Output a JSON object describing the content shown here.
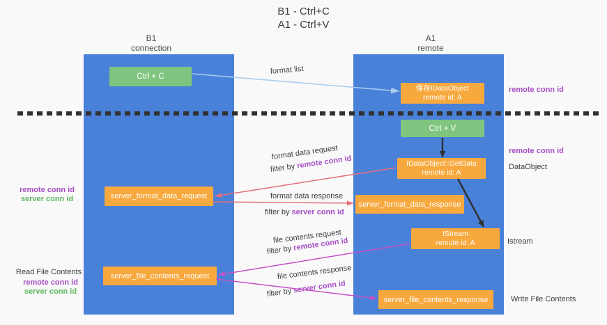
{
  "title": {
    "line1": "B1 - Ctrl+C",
    "line2": "A1 - Ctrl+V"
  },
  "columns": {
    "left": {
      "name": "B1",
      "subtitle": "connection"
    },
    "right": {
      "name": "A1",
      "subtitle": "remote"
    }
  },
  "boxes": {
    "ctrl_c": {
      "label": "Ctrl + C"
    },
    "clipboard_object": {
      "line1": "保存IDataObject",
      "line2": "remote id: A"
    },
    "ctrl_v": {
      "label": "Ctrl + V"
    },
    "getdata": {
      "line1": "IDataObject::GetData",
      "line2": "remote id: A"
    },
    "format_request": {
      "label": "server_format_data_request"
    },
    "format_response": {
      "label": "server_format_data_response"
    },
    "istream": {
      "line1": "IStream",
      "line2": "remote id: A"
    },
    "file_request": {
      "label": "server_file_contents_request"
    },
    "file_response": {
      "label": "server_file_contents_response"
    }
  },
  "flows": {
    "format_list": "format list",
    "format_data_request": "format data request",
    "format_data_response": "format data response",
    "file_contents_request": "file contents request",
    "file_contents_response": "file contents response",
    "filter_by": "filter by",
    "remote_conn_id": "remote conn id",
    "server_conn_id": "server conn id"
  },
  "annotations": {
    "right_top_remote_conn_id": "remote conn id",
    "right_mid_remote_conn_id": "remote conn id",
    "dataobject": "DataObject",
    "istream": "Istream",
    "write_file_contents": "Write File Contents",
    "left_remote_conn_id": "remote conn id",
    "left_server_conn_id": "server conn id",
    "read_file_contents": "Read File Contents",
    "left2_remote_conn_id": "remote conn id",
    "left2_server_conn_id": "server conn id"
  },
  "colors": {
    "column_blue": "#4a81d8",
    "box_green": "#7fc57f",
    "box_orange": "#f7a93e",
    "arrow_lightblue": "#a9cdee",
    "arrow_red": "#e56e79",
    "arrow_magenta": "#c64fc6",
    "arrow_black": "#2f2f2f",
    "text_purple": "#a64fc4",
    "text_green": "#5cb860"
  }
}
